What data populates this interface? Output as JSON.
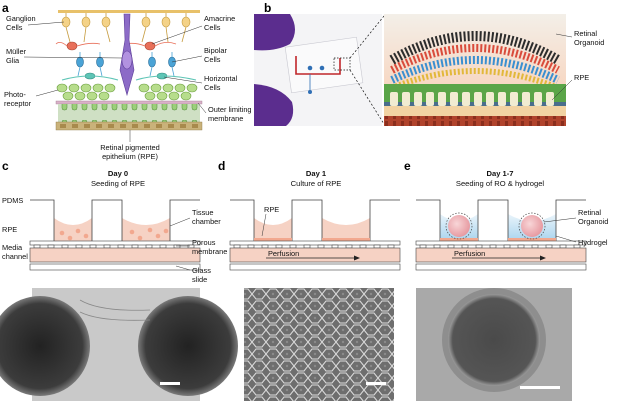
{
  "panels": {
    "a": {
      "letter": "a",
      "labels": {
        "ganglion": [
          "Ganglion",
          "Cells"
        ],
        "muller": [
          "Müller",
          "Glia"
        ],
        "photoreceptor": [
          "Photo-",
          "receptor"
        ],
        "amacrine": [
          "Amacrine",
          "Cells"
        ],
        "bipolar": [
          "Bipolar",
          "Cells"
        ],
        "horizontal": [
          "Horizontal",
          "Cells"
        ],
        "olm": [
          "Outer limiting",
          "membrane"
        ],
        "rpe": [
          "Retinal pigmented",
          "epithelium (RPE)"
        ]
      }
    },
    "b": {
      "letter": "b",
      "labels": {
        "organoid": [
          "Retinal",
          "Organoid"
        ],
        "rpe": "RPE"
      }
    },
    "c": {
      "letter": "c",
      "title_bold": "Day 0",
      "title": "Seeding of RPE",
      "labels": {
        "pdms": "PDMS",
        "rpe": "RPE",
        "media": [
          "Media",
          "channel"
        ],
        "tissue": [
          "Tissue",
          "chamber"
        ],
        "porous": [
          "Porous",
          "membrane"
        ],
        "glass": [
          "Glass",
          "slide"
        ]
      }
    },
    "d": {
      "letter": "d",
      "title_bold": "Day 1",
      "title": "Culture of RPE",
      "labels": {
        "rpe": "RPE",
        "perfusion": "Perfusion"
      }
    },
    "e": {
      "letter": "e",
      "title_bold": "Day 1-7",
      "title": "Seeding of RO & hydrogel",
      "labels": {
        "organoid": [
          "Retinal",
          "Organoid"
        ],
        "hydrogel": "Hydrogel",
        "perfusion": "Perfusion"
      }
    }
  },
  "colors": {
    "rpe_pink": "#f6d2c4",
    "cell_pink": "#f2a88f",
    "hydrogel_blue": "#a9d4ee",
    "organoid": "#f2b8bc",
    "glove_purple": "#5b2d8e",
    "micro_gray": "#6a6a6a"
  }
}
